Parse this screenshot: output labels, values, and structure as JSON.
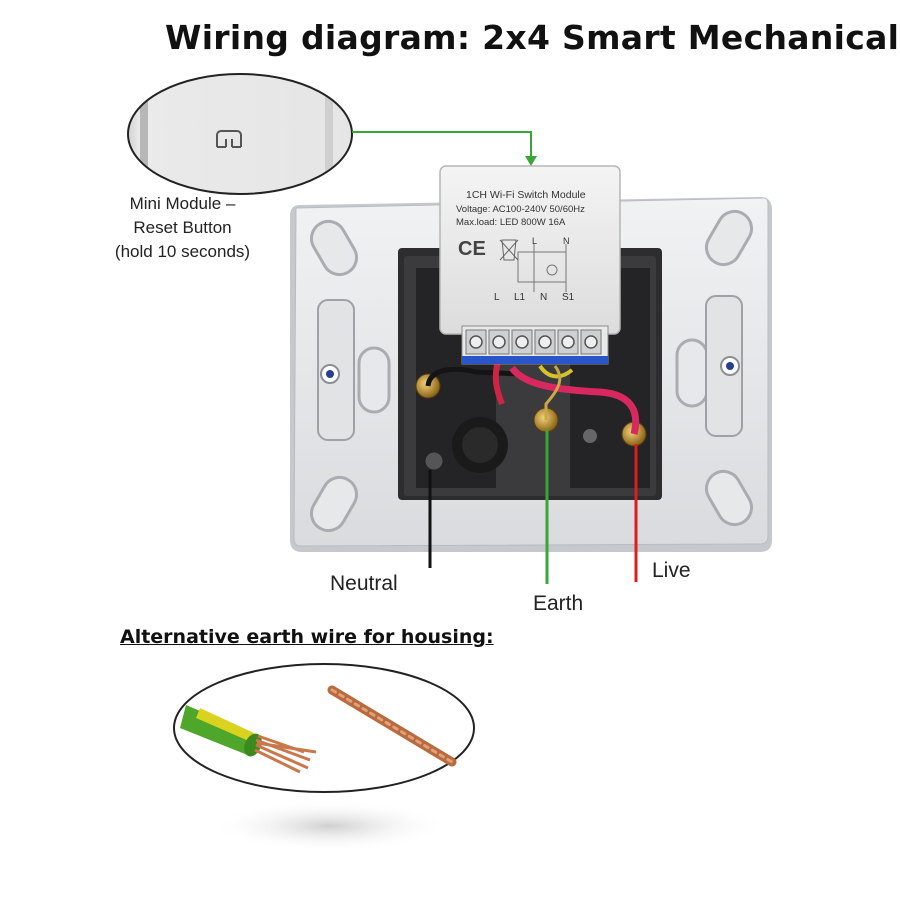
{
  "title": "Wiring diagram: 2x4 Smart Mechanical",
  "reset_callout": {
    "lines": [
      "Mini Module –",
      "Reset Button",
      "(hold 10 seconds)"
    ]
  },
  "module": {
    "name": "1CH Wi-Fi Switch Module",
    "voltage": "Voltage: AC100-240V 50/60Hz",
    "maxload": "Max.load: LED 800W 16A",
    "ce": "CE",
    "schematic_labels": [
      "L",
      "N"
    ],
    "terminals": [
      "L",
      "L1",
      "N",
      "S1"
    ]
  },
  "wire_labels": {
    "neutral": "Neutral",
    "earth": "Earth",
    "live": "Live"
  },
  "colors": {
    "neutral_line": "#111111",
    "earth_line": "#3aa637",
    "live_line": "#e01b1b",
    "callout_arrow": "#3aa637"
  },
  "alternative": {
    "title": "Alternative earth wire for housing:"
  }
}
